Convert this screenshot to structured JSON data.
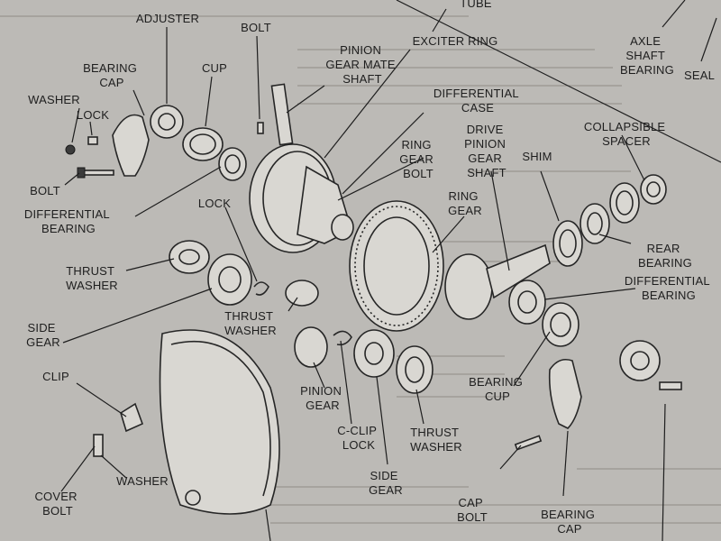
{
  "labels": {
    "tube": "TUBE",
    "axle_shaft_bearing": [
      "AXLE",
      "SHAFT",
      "BEARING"
    ],
    "seal": "SEAL",
    "adjuster": "ADJUSTER",
    "bolt_top": "BOLT",
    "pinion_gear_mate_shaft": [
      "PINION",
      "GEAR MATE",
      "SHAFT"
    ],
    "exciter_ring": "EXCITER RING",
    "bearing_cap_left": [
      "BEARING",
      "CAP"
    ],
    "cup": "CUP",
    "washer_left": "WASHER",
    "lock_top": "LOCK",
    "differential_case": [
      "DIFFERENTIAL",
      "CASE"
    ],
    "bolt_left": "BOLT",
    "ring_gear_bolt": [
      "RING",
      "GEAR",
      "BOLT"
    ],
    "drive_pinion_gear_shaft": [
      "DRIVE",
      "PINION",
      "GEAR",
      "SHAFT"
    ],
    "collapsible_spacer": [
      "COLLAPSIBLE",
      "SPACER"
    ],
    "shim": "SHIM",
    "differential_bearing_left": [
      "DIFFERENTIAL",
      "BEARING"
    ],
    "lock_mid": "LOCK",
    "ring_gear": [
      "RING",
      "GEAR"
    ],
    "rear_bearing": [
      "REAR",
      "BEARING"
    ],
    "thrust_washer_left": [
      "THRUST",
      "WASHER"
    ],
    "differential_bearing_right": [
      "DIFFERENTIAL",
      "BEARING"
    ],
    "side_gear_left": [
      "SIDE",
      "GEAR"
    ],
    "thrust_washer_mid": [
      "THRUST",
      "WASHER"
    ],
    "clip": "CLIP",
    "bearing_cup": [
      "BEARING",
      "CUP"
    ],
    "pinion_gear": [
      "PINION",
      "GEAR"
    ],
    "c_clip_lock": [
      "C-CLIP",
      "LOCK"
    ],
    "thrust_washer_right": [
      "THRUST",
      "WASHER"
    ],
    "washer_bottom": "WASHER",
    "cover_bolt": [
      "COVER",
      "BOLT"
    ],
    "side_gear_bottom": [
      "SIDE",
      "GEAR"
    ],
    "cap_bolt": [
      "CAP",
      "BOLT"
    ],
    "bearing_cap_bottom": [
      "BEARING",
      "CAP"
    ]
  }
}
